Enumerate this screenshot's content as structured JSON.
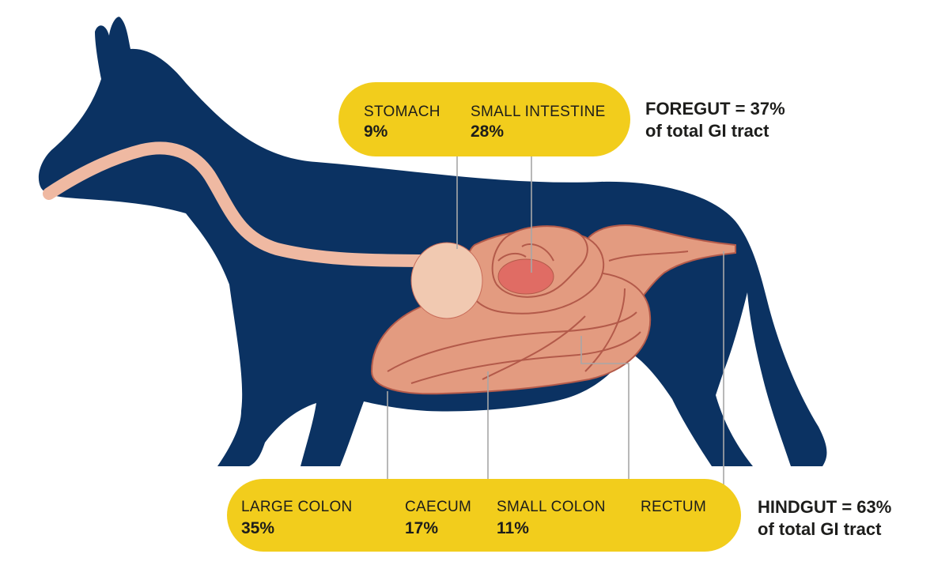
{
  "colors": {
    "horse": "#0b3262",
    "esophagus": "#efb9a2",
    "stomach": "#f1c9b1",
    "intestine": "#e39b80",
    "intestine_dark": "#c86c59",
    "intestine_line": "#b35a4a",
    "small_intestine_core": "#e06c64",
    "pill": "#f2cd1c",
    "leader": "#a7a7a7"
  },
  "foregut": {
    "stomach": {
      "name": "STOMACH",
      "pct": "9%"
    },
    "small_intestine": {
      "name": "SMALL INTESTINE",
      "pct": "28%"
    },
    "summary_line1": "FOREGUT = 37%",
    "summary_line2": "of total GI tract"
  },
  "hindgut": {
    "large_colon": {
      "name": "LARGE COLON",
      "pct": "35%"
    },
    "caecum": {
      "name": "CAECUM",
      "pct": "17%"
    },
    "small_colon": {
      "name": "SMALL COLON",
      "pct": "11%"
    },
    "rectum": {
      "name": "RECTUM"
    },
    "summary_line1": "HINDGUT = 63%",
    "summary_line2": "of total GI tract"
  }
}
